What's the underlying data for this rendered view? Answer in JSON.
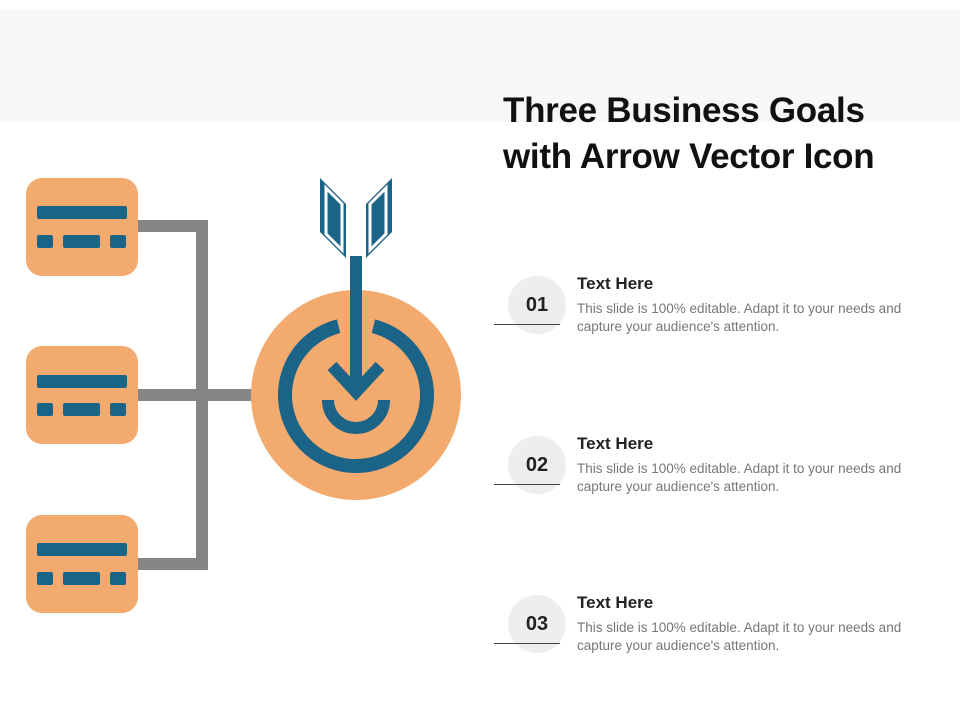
{
  "slide": {
    "title_line1": "Three Business Goals",
    "title_line2": "with Arrow Vector Icon"
  },
  "colors": {
    "orange": "#f3aa6e",
    "navy": "#1c6388",
    "connector_gray": "#858585",
    "band": "#f7f7f7"
  },
  "icons": {
    "left_cards": "server-card-icon",
    "center": "target-arrow-icon"
  },
  "goals": [
    {
      "number": "01",
      "heading": "Text Here",
      "text": "This slide is 100% editable. Adapt it to your needs and capture your audience's attention."
    },
    {
      "number": "02",
      "heading": "Text Here",
      "text": "This slide is 100% editable. Adapt it to your needs and capture your audience's attention."
    },
    {
      "number": "03",
      "heading": "Text Here",
      "text": "This slide is 100% editable. Adapt it to your needs and capture your audience's attention."
    }
  ]
}
